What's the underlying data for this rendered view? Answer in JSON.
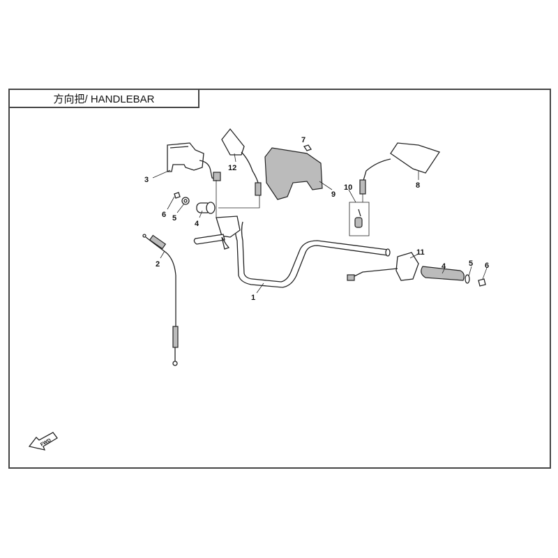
{
  "title": "方向把/ HANDLEBAR",
  "callouts": [
    "1",
    "2",
    "3",
    "4",
    "5",
    "6",
    "7",
    "8",
    "9",
    "10",
    "11",
    "12",
    "4",
    "5",
    "6"
  ],
  "direction_marker": "FWD"
}
